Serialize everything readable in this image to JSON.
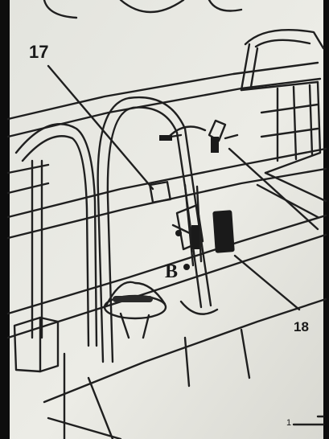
{
  "callouts": {
    "item_17": "17",
    "item_18": "18",
    "point_b": "B",
    "corner_mark": "1"
  },
  "colors": {
    "paper": "#e9e9e3",
    "ink": "#1f1f1f",
    "frame": "#0d0d0d"
  }
}
